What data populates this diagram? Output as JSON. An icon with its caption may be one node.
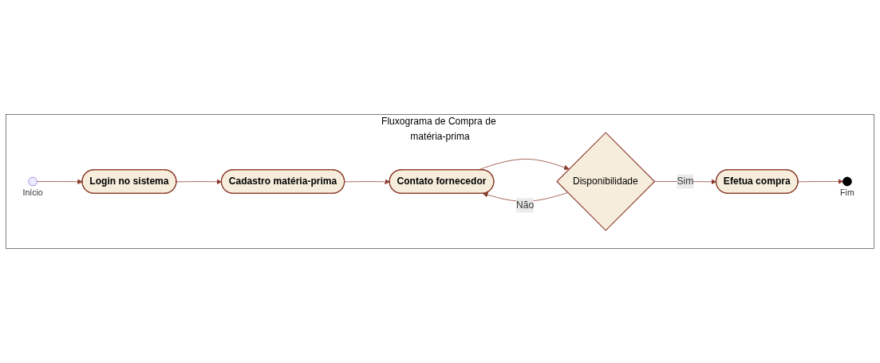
{
  "diagram": {
    "nodes": [
      {
        "text": [
          "Fluxograma de Compra de matéria-prima"
        ]
      },
      {
        "text": [],
        "shape": "circle",
        "in": 0,
        "beside": [
          "Início"
        ]
      },
      {
        "text": [
          "Login no sistema"
        ],
        "in": 0
      },
      {
        "text": [
          "Cadastro matéria-prima"
        ],
        "in": 0
      },
      {
        "text": [
          "Contato fornecedor"
        ],
        "in": 0
      },
      {
        "text": [
          "Disponibilidade"
        ],
        "in": 0
      },
      {
        "text": [
          "Efetua compra"
        ],
        "in": 0
      },
      {
        "text": [],
        "shape": "circle",
        "in": 0,
        "beside": [
          "Fim"
        ]
      }
    ],
    "edges": [
      {
        "from": 1,
        "to": 2,
        "arrow": "to"
      },
      {
        "from": 2,
        "to": 3,
        "arrow": "to"
      },
      {
        "from": 3,
        "to": 4,
        "arrow": "to"
      },
      {
        "from": 4,
        "to": 5,
        "arrow": "to"
      },
      {
        "from": 5,
        "to": 6,
        "arrow": "to",
        "label": "Sim"
      },
      {
        "from": 5,
        "to": 4,
        "arrow": "to",
        "label": "Não"
      },
      {
        "from": 6,
        "to": 7,
        "arrow": "to"
      }
    ]
  }
}
